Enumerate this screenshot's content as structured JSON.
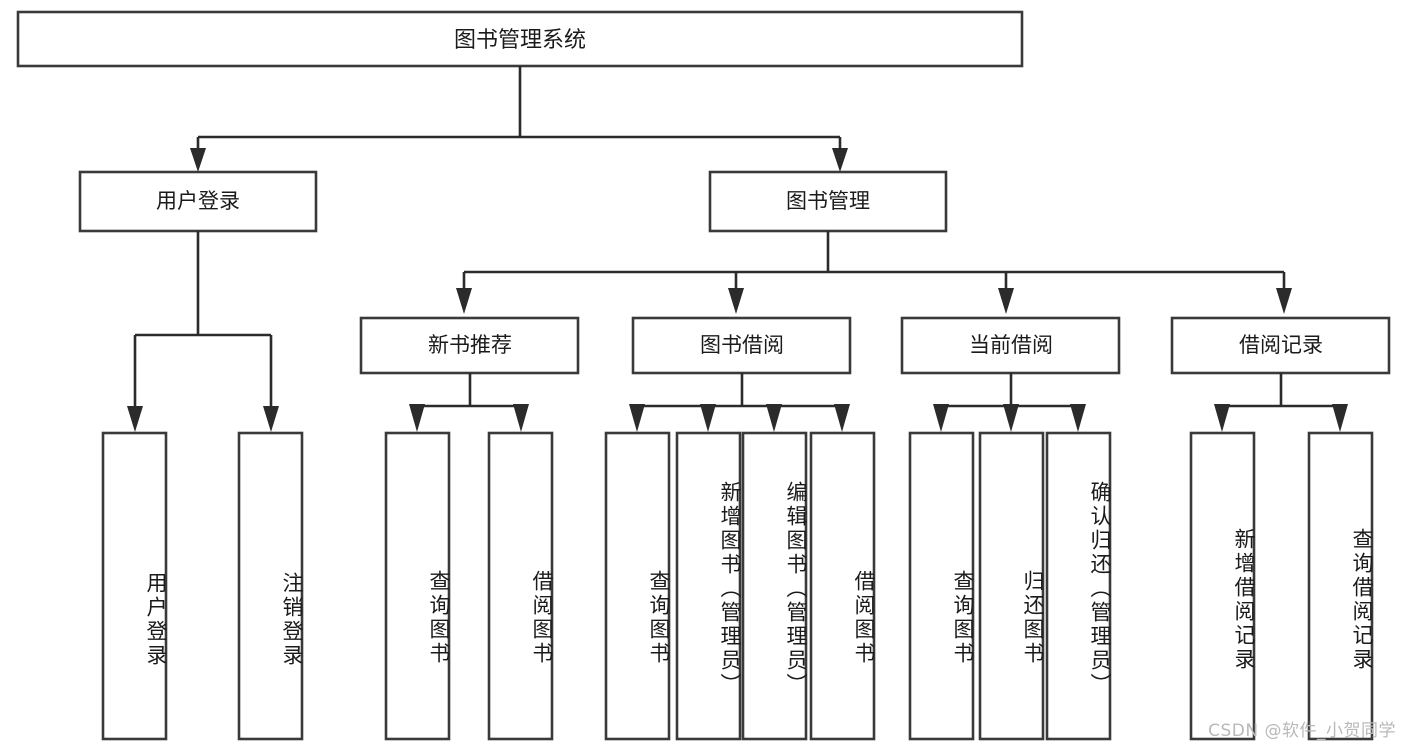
{
  "diagram": {
    "type": "tree-hierarchy",
    "title": "图书管理系统",
    "watermark": "CSDN @软件_小贺同学",
    "colors": {
      "box_stroke": "#3a3a3a",
      "connector": "#2b2b2b",
      "text": "#1b1b1b",
      "background": "#ffffff",
      "watermark": "#b9b9b9"
    },
    "levels": {
      "root": {
        "label": "图书管理系统"
      },
      "level2": [
        {
          "label": "用户登录"
        },
        {
          "label": "图书管理"
        }
      ],
      "level3": [
        {
          "label": "新书推荐"
        },
        {
          "label": "图书借阅"
        },
        {
          "label": "当前借阅"
        },
        {
          "label": "借阅记录"
        }
      ]
    },
    "leaves": {
      "user_login": [
        {
          "label": "用户登录"
        },
        {
          "label": "注销登录"
        }
      ],
      "new_book_recommend": [
        {
          "label": "查询图书"
        },
        {
          "label": "借阅图书"
        }
      ],
      "book_borrow": [
        {
          "label": "查询图书"
        },
        {
          "label": "新增图书（管理员）"
        },
        {
          "label": "编辑图书（管理员）"
        },
        {
          "label": "借阅图书"
        }
      ],
      "current_borrow": [
        {
          "label": "查询图书"
        },
        {
          "label": "归还图书"
        },
        {
          "label": "确认归还（管理员）"
        }
      ],
      "borrow_record": [
        {
          "label": "新增借阅记录"
        },
        {
          "label": "查询借阅记录"
        }
      ]
    }
  }
}
